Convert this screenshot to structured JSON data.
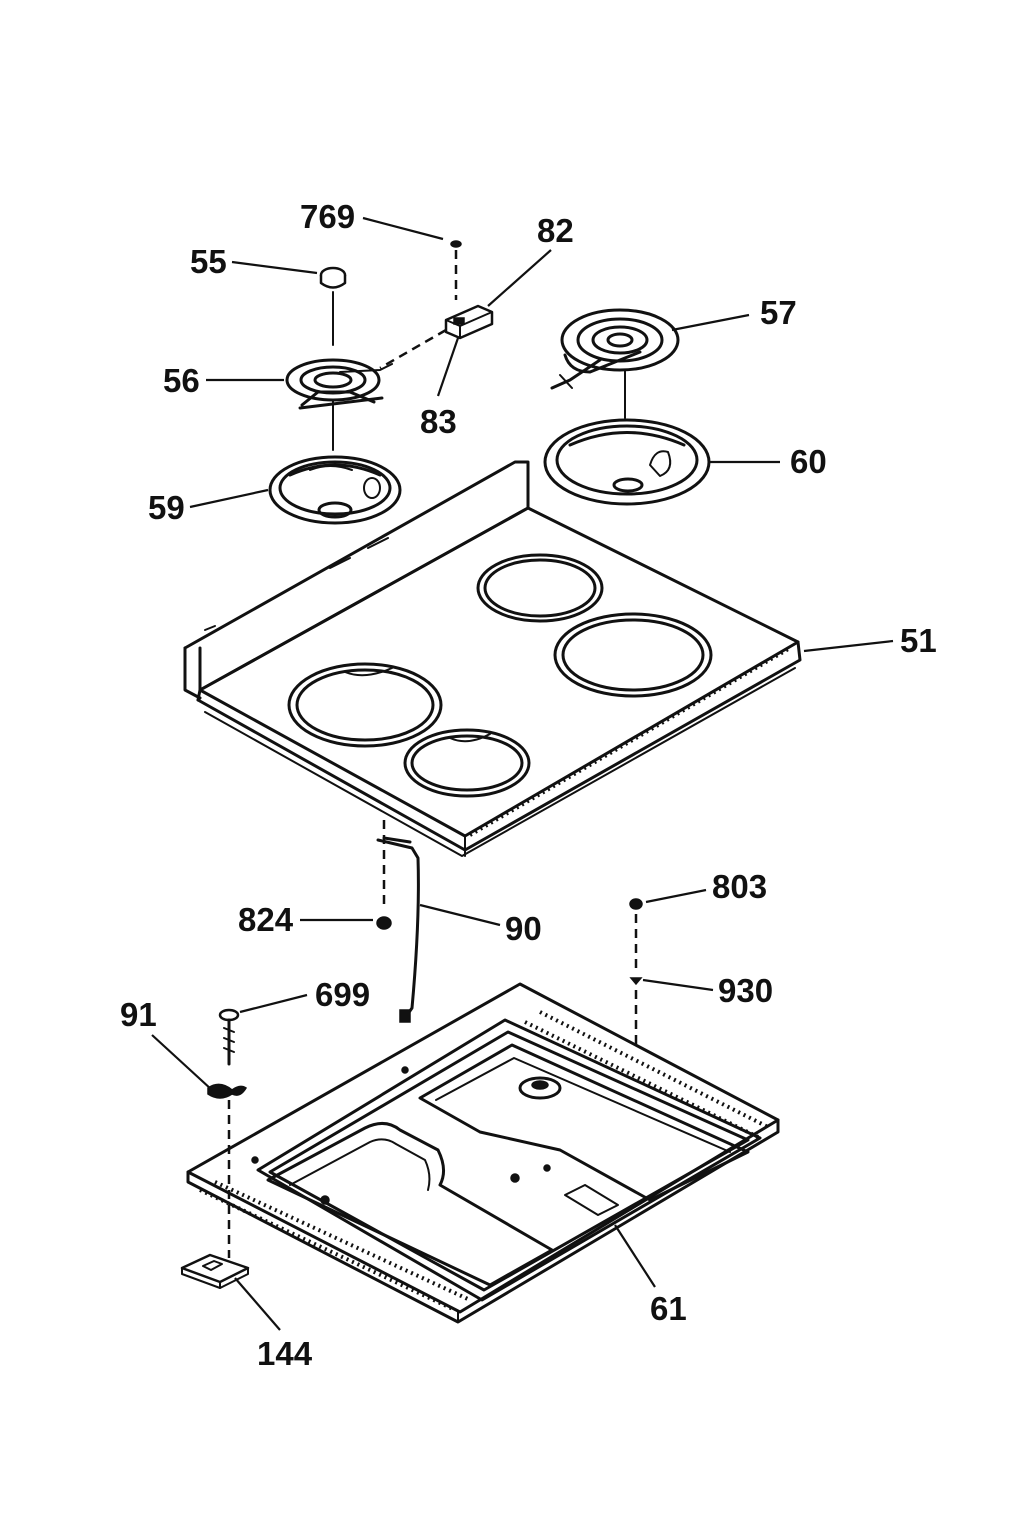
{
  "diagram": {
    "callouts": {
      "c769": "769",
      "c82": "82",
      "c55": "55",
      "c57": "57",
      "c56": "56",
      "c83": "83",
      "c59": "59",
      "c60": "60",
      "c51": "51",
      "c803": "803",
      "c824": "824",
      "c90": "90",
      "c930": "930",
      "c91": "91",
      "c699": "699",
      "c61": "61",
      "c144": "144"
    }
  }
}
